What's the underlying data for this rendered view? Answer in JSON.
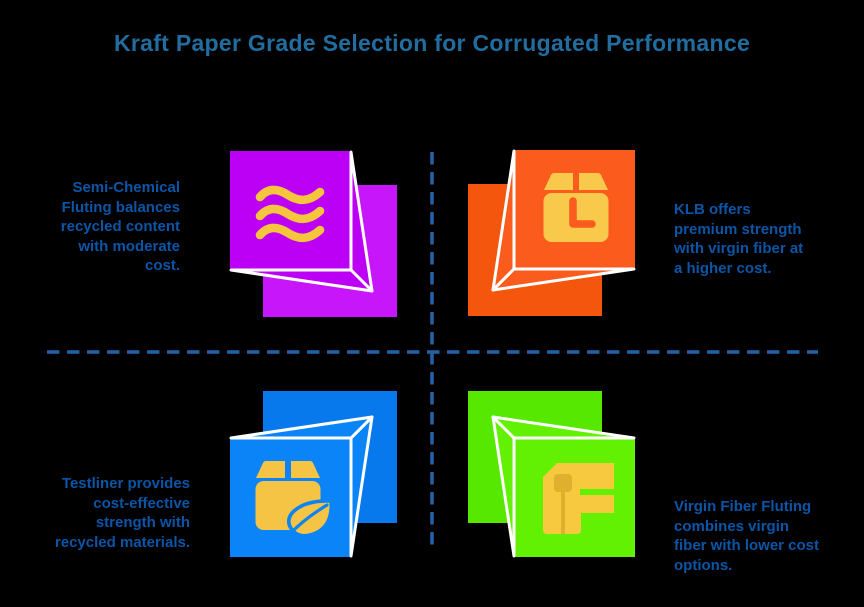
{
  "title": {
    "text": "Kraft Paper Grade Selection for Corrugated Performance",
    "color": "#226D9F"
  },
  "background_color": "#000000",
  "text_color": "#0B55A7",
  "divider_color": "#2262A8",
  "icon_outline_color": "#FFFFFF",
  "quadrants": [
    {
      "id": "top-left",
      "text": "Semi-Chemical\nFluting balances\nrecycled content\nwith moderate\ncost.",
      "icon": {
        "name": "waves-3d-box",
        "front_color": "#BC00F6",
        "back_color": "#C716FA",
        "glyph_color": "#F6C53E"
      }
    },
    {
      "id": "top-right",
      "text": "KLB offers\npremium strength\nwith virgin fiber at\na higher cost.",
      "icon": {
        "name": "package-3d-box",
        "front_color": "#FB5B1C",
        "back_color": "#F4560E",
        "glyph_color": "#F8C94B"
      }
    },
    {
      "id": "bottom-left",
      "text": "Testliner provides\ncost-effective\nstrength with\nrecycled materials.",
      "icon": {
        "name": "package-leaf-3d-box",
        "front_color": "#0B84F8",
        "back_color": "#0879EC",
        "glyph_color": "#F5C444"
      }
    },
    {
      "id": "bottom-right",
      "text": "Virgin Fiber Fluting\ncombines virgin\nfiber with lower cost\noptions.",
      "icon": {
        "name": "pipe-valve-3d-box",
        "front_color": "#62F003",
        "back_color": "#57E800",
        "glyph_color": "#F6C93E",
        "glyph_accent_color": "#DFAF2E"
      }
    }
  ]
}
